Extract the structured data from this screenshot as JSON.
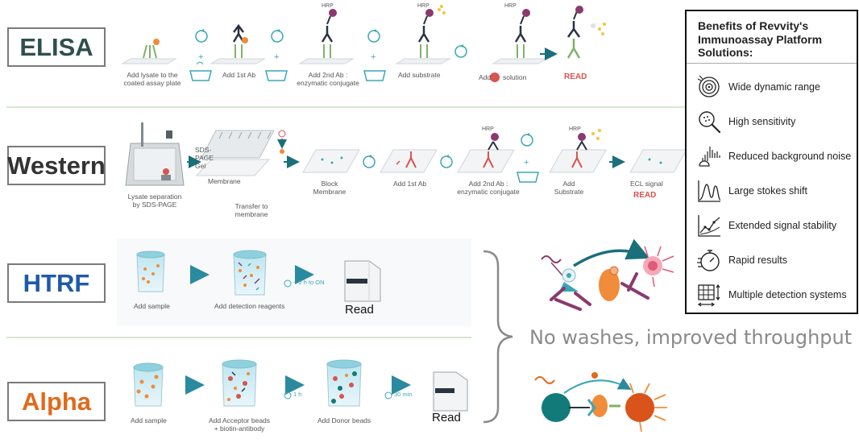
{
  "sections": {
    "elisa": {
      "label": "ELISA",
      "color": "#2f4f4f",
      "steps": [
        "Add lysate to the\ncoated assay plate",
        "Add 1st Ab",
        "Add 2nd Ab :\nenzymatic conjugate",
        "Add substrate",
        "Add",
        "solution"
      ],
      "read": "READ",
      "hrp_labels": [
        "HRP",
        "HRP",
        "HRP"
      ]
    },
    "western": {
      "label": "Western",
      "color": "#333333",
      "steps": [
        "Lysate separation\nby SDS-PAGE",
        "SDS-PAGE\nGel",
        "Membrane",
        "Transfer to\nmembrane",
        "Block\nMembrane",
        "Add 1st Ab",
        "Add 2nd Ab :\nenzymatic conjugate",
        "Add\nSubstrate",
        "ECL signal"
      ],
      "read": "READ",
      "hrp_labels": [
        "HRP",
        "HRP"
      ]
    },
    "htrf": {
      "label": "HTRF",
      "color": "#1e5aa8",
      "steps": [
        "Add sample",
        "Add detection reagents"
      ],
      "incubation": "~ 2 h to ON",
      "read": "Read"
    },
    "alpha": {
      "label": "Alpha",
      "color": "#e06a1b",
      "steps": [
        "Add sample",
        "Add Acceptor beads\n+ biotin-antibody",
        "Add Donor beads"
      ],
      "incubations": [
        "1 h",
        "30 min"
      ],
      "read": "Read"
    }
  },
  "benefits": {
    "title": "Benefits of Revvity's Immunoassay Platform Solutions:",
    "items": [
      {
        "label": "Wide dynamic range",
        "icon": "target-icon"
      },
      {
        "label": "High sensitivity",
        "icon": "magnifier-icon"
      },
      {
        "label": "Reduced background noise",
        "icon": "soundwave-icon"
      },
      {
        "label": "Large stokes shift",
        "icon": "spectrum-peaks-icon"
      },
      {
        "label": "Extended signal stability",
        "icon": "line-graph-icon"
      },
      {
        "label": "Rapid results",
        "icon": "stopwatch-icon"
      },
      {
        "label": "Multiple detection systems",
        "icon": "plate-grid-icon"
      }
    ]
  },
  "tagline": "No washes, improved throughput",
  "colors": {
    "teal": "#3aa7b8",
    "green": "#7fb26a",
    "orange": "#f08c3a",
    "purple": "#8a3a6e",
    "red": "#d9534f",
    "gray": "#8a8a8a"
  }
}
